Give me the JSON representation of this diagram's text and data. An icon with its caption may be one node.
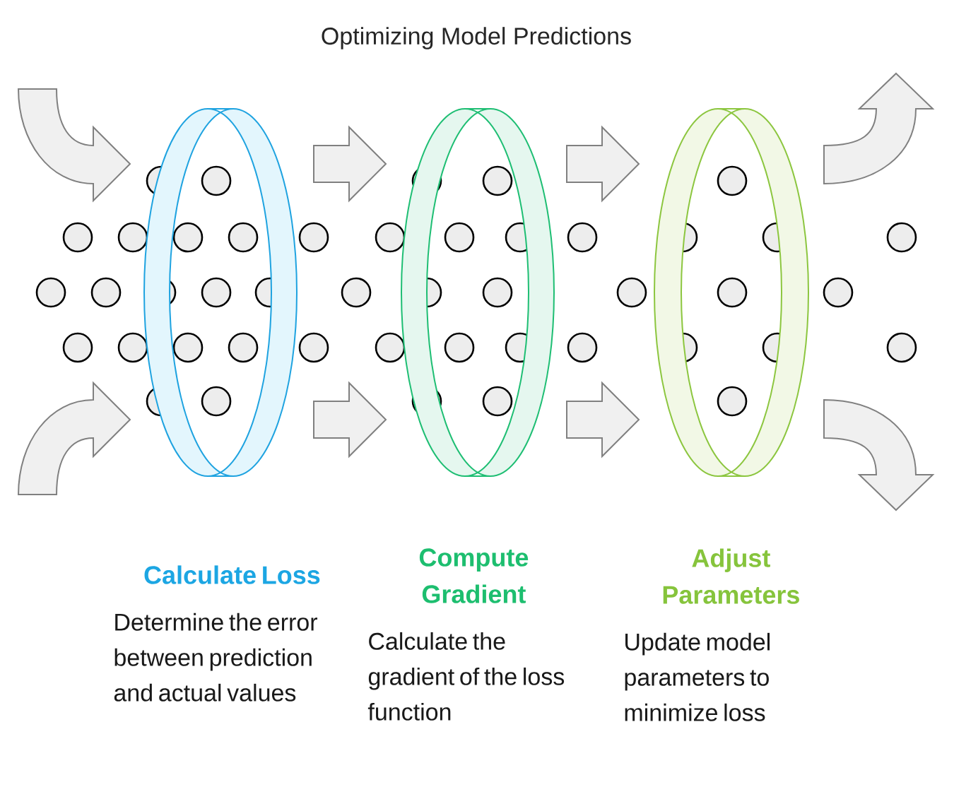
{
  "diagram": {
    "title": "Optimizing Model Predictions",
    "nodes": [
      {
        "text": [
          "Calculate Loss",
          "Determine the error between prediction and actual values"
        ]
      },
      {
        "text": [
          "Compute Gradient",
          "Calculate the gradient of the loss function"
        ]
      },
      {
        "text": [
          "Adjust Parameters",
          "Update model parameters to minimize loss"
        ]
      }
    ]
  }
}
